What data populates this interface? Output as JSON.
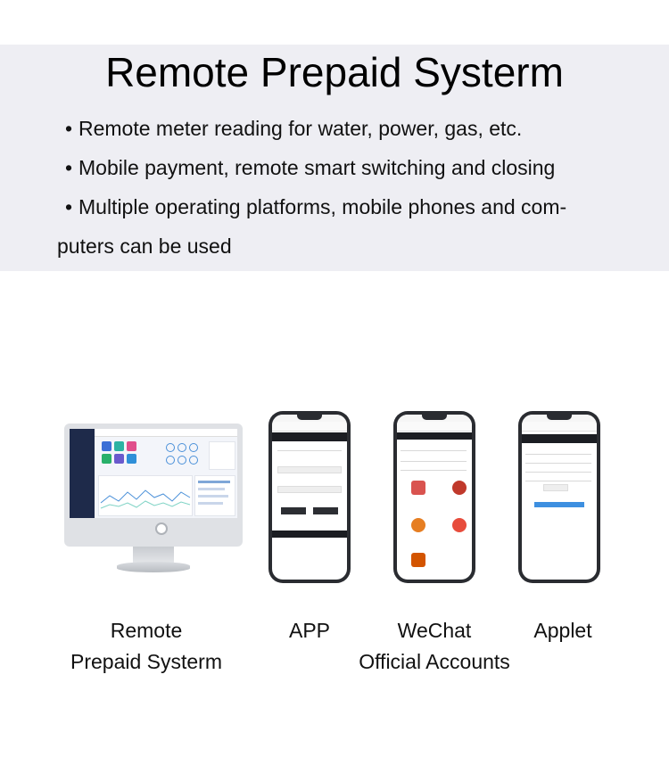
{
  "header": {
    "title": "Remote Prepaid Systerm",
    "bullet_symbol": "•",
    "bullets": [
      "Remote meter reading for water, power, gas, etc.",
      "Mobile payment, remote smart switching and closing",
      "Multiple operating platforms, mobile phones and com-"
    ],
    "bullet_continuation": "puters can be used"
  },
  "platforms": {
    "computer": {
      "line1": "Remote",
      "line2": "Prepaid Systerm"
    },
    "app": {
      "label": "APP"
    },
    "wechat": {
      "line1": "WeChat",
      "line2": "Official Accounts"
    },
    "applet": {
      "label": "Applet"
    }
  },
  "colors": {
    "hero_background": "#eeeef3",
    "phone_frame": "#2a2c31",
    "accent_blue": "#3d8fe0"
  }
}
